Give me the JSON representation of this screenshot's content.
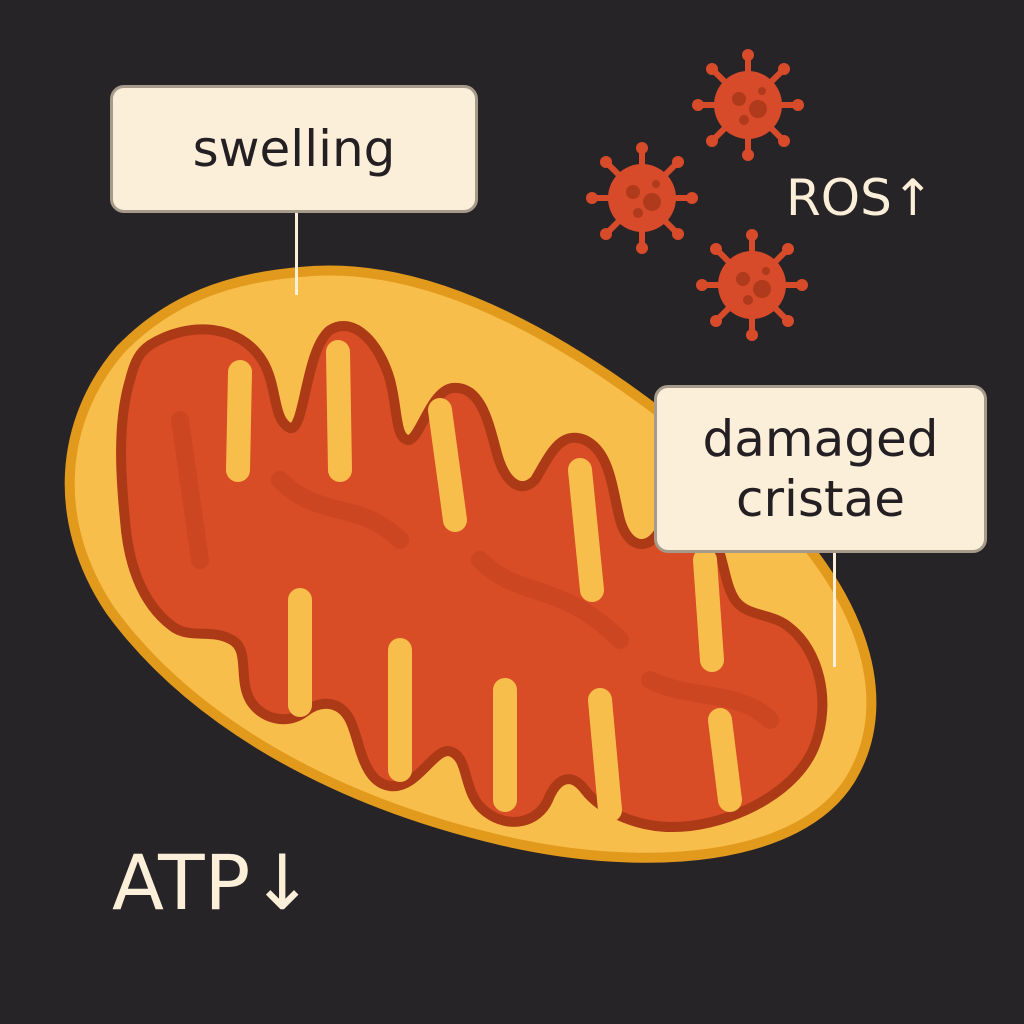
{
  "labels": {
    "swelling": "swelling",
    "damaged_cristae_line1": "damaged",
    "damaged_cristae_line2": "cristae"
  },
  "indicators": {
    "ros": "ROS",
    "ros_arrow": "↑",
    "atp": "ATP",
    "atp_arrow": "↓"
  },
  "colors": {
    "background": "#272427",
    "outer_membrane": "#f8be4c",
    "outer_membrane_edge": "#e29a1d",
    "matrix": "#d84d26",
    "matrix_edge": "#ad3a17",
    "virus": "#d74b2a",
    "label_fill": "#fcefd9",
    "text_light": "#fcefd9",
    "text_dark": "#231f22"
  },
  "icons": [
    "mitochondrion-icon",
    "ros-particle-icon"
  ]
}
